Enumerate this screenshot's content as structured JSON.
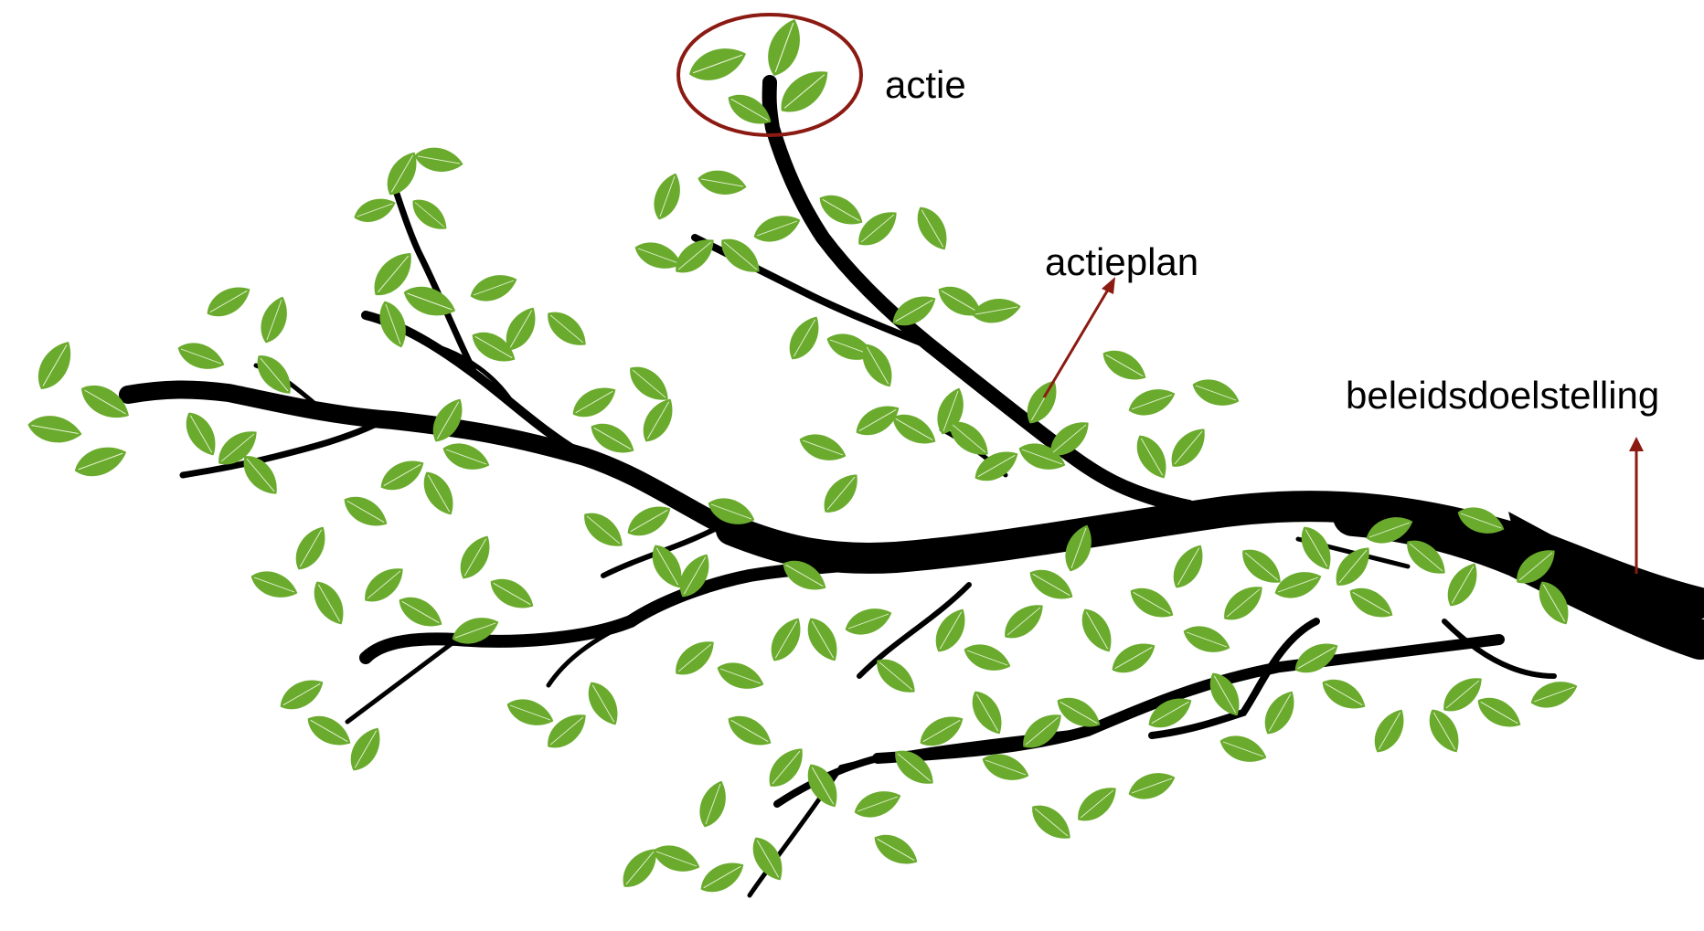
{
  "labels": {
    "action": "actie",
    "action_plan": "actieplan",
    "policy_goal": "beleidsdoelstelling"
  },
  "colors": {
    "branch": "#000000",
    "leaf": "#6aab2e",
    "leaf_vein": "#e8f3d6",
    "annotation": "#8b1a12",
    "background": "#ffffff"
  },
  "icons": {
    "tree": "tree-branch-icon",
    "leaf": "leaf-icon"
  }
}
